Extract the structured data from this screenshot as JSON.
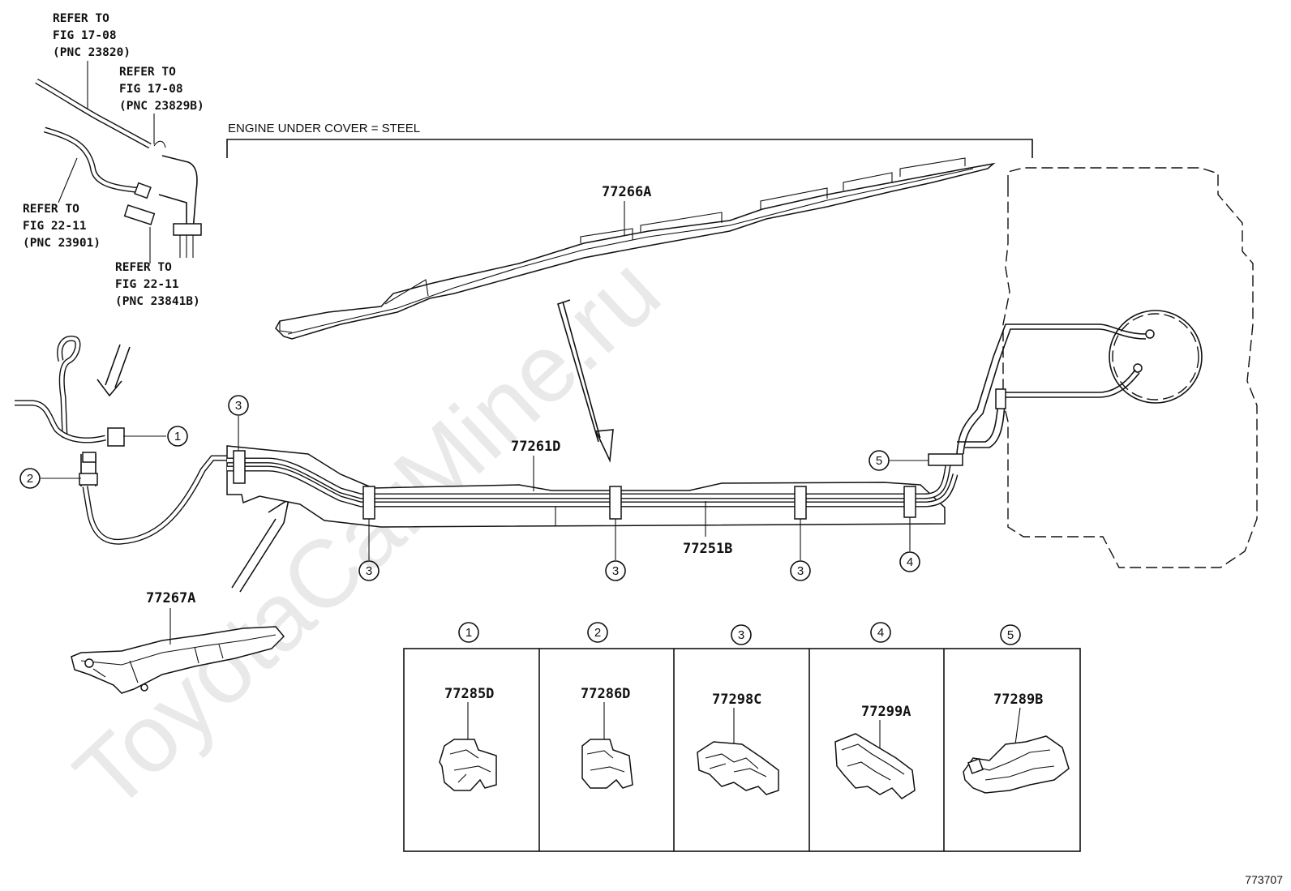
{
  "watermark": "ToyotaCarMine.ru",
  "diagram_id": "773707",
  "section_label": "ENGINE UNDER COVER = STEEL",
  "references": [
    {
      "line1": "REFER TO",
      "line2": "FIG 17-08",
      "line3": "(PNC 23820)"
    },
    {
      "line1": "REFER TO",
      "line2": "FIG 17-08",
      "line3": "(PNC 23829B)"
    },
    {
      "line1": "REFER TO",
      "line2": "FIG 22-11",
      "line3": "(PNC 23901)"
    },
    {
      "line1": "REFER TO",
      "line2": "FIG 22-11",
      "line3": "(PNC 23841B)"
    }
  ],
  "part_numbers": {
    "under_cover": "77266A",
    "tube_main": "77261D",
    "tube_return": "77251B",
    "protector": "77267A"
  },
  "callouts": {
    "c1": "1",
    "c2": "2",
    "c3": "3",
    "c4": "4",
    "c5": "5"
  },
  "clamp_table": [
    {
      "number": "1",
      "part": "77285D"
    },
    {
      "number": "2",
      "part": "77286D"
    },
    {
      "number": "3",
      "part": "77298C"
    },
    {
      "number": "4",
      "part": "77299A"
    },
    {
      "number": "5",
      "part": "77289B"
    }
  ]
}
